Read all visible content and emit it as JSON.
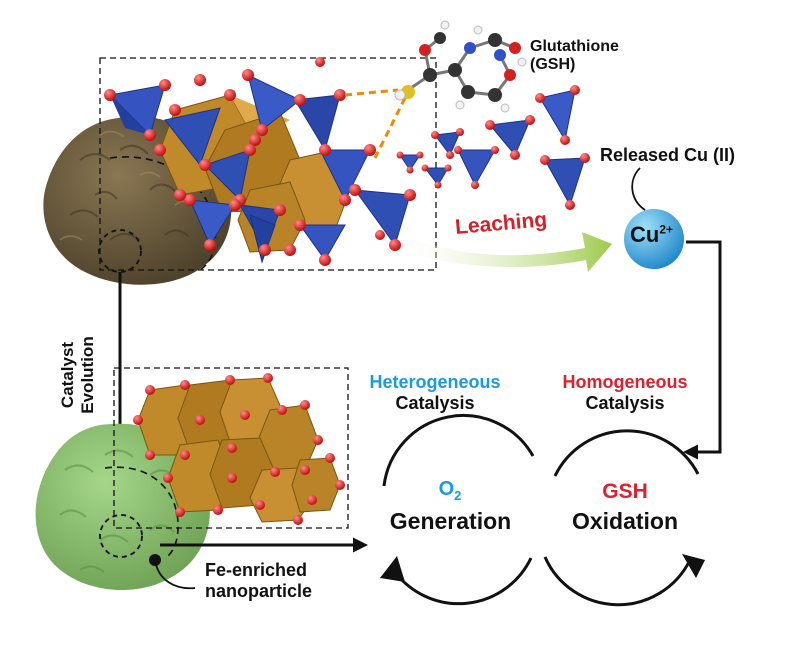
{
  "labels": {
    "glutathione_line1": "Glutathione",
    "glutathione_line2": "(GSH)",
    "released_cu": "Released Cu (II)",
    "leaching": "Leaching",
    "cu_symbol": "Cu",
    "cu_charge": "2+",
    "catalyst_line1": "Catalyst",
    "catalyst_line2": "Evolution",
    "hetero_line1": "Heterogeneous",
    "hetero_line2": "Catalysis",
    "homo_line1": "Homogeneous",
    "homo_line2": "Catalysis",
    "o2_symbol": "O",
    "o2_subscript": "2",
    "generation": "Generation",
    "gsh": "GSH",
    "oxidation": "Oxidation",
    "fe_line1": "Fe-enriched",
    "fe_line2": "nanoparticle"
  },
  "colors": {
    "heterogeneous": "#1a9be0",
    "homogeneous": "#e0202a",
    "leaching_text": "#d81f26",
    "leaching_arrow": "#a9cf5a",
    "cu_ion": "#2aa8e0",
    "brown_particle": "#6e5d40",
    "green_particle": "#8cbf6e",
    "tetrahedron": "#2f4fb5",
    "octahedron": "#c08a2a",
    "oxygen_atom": "#e01818"
  }
}
